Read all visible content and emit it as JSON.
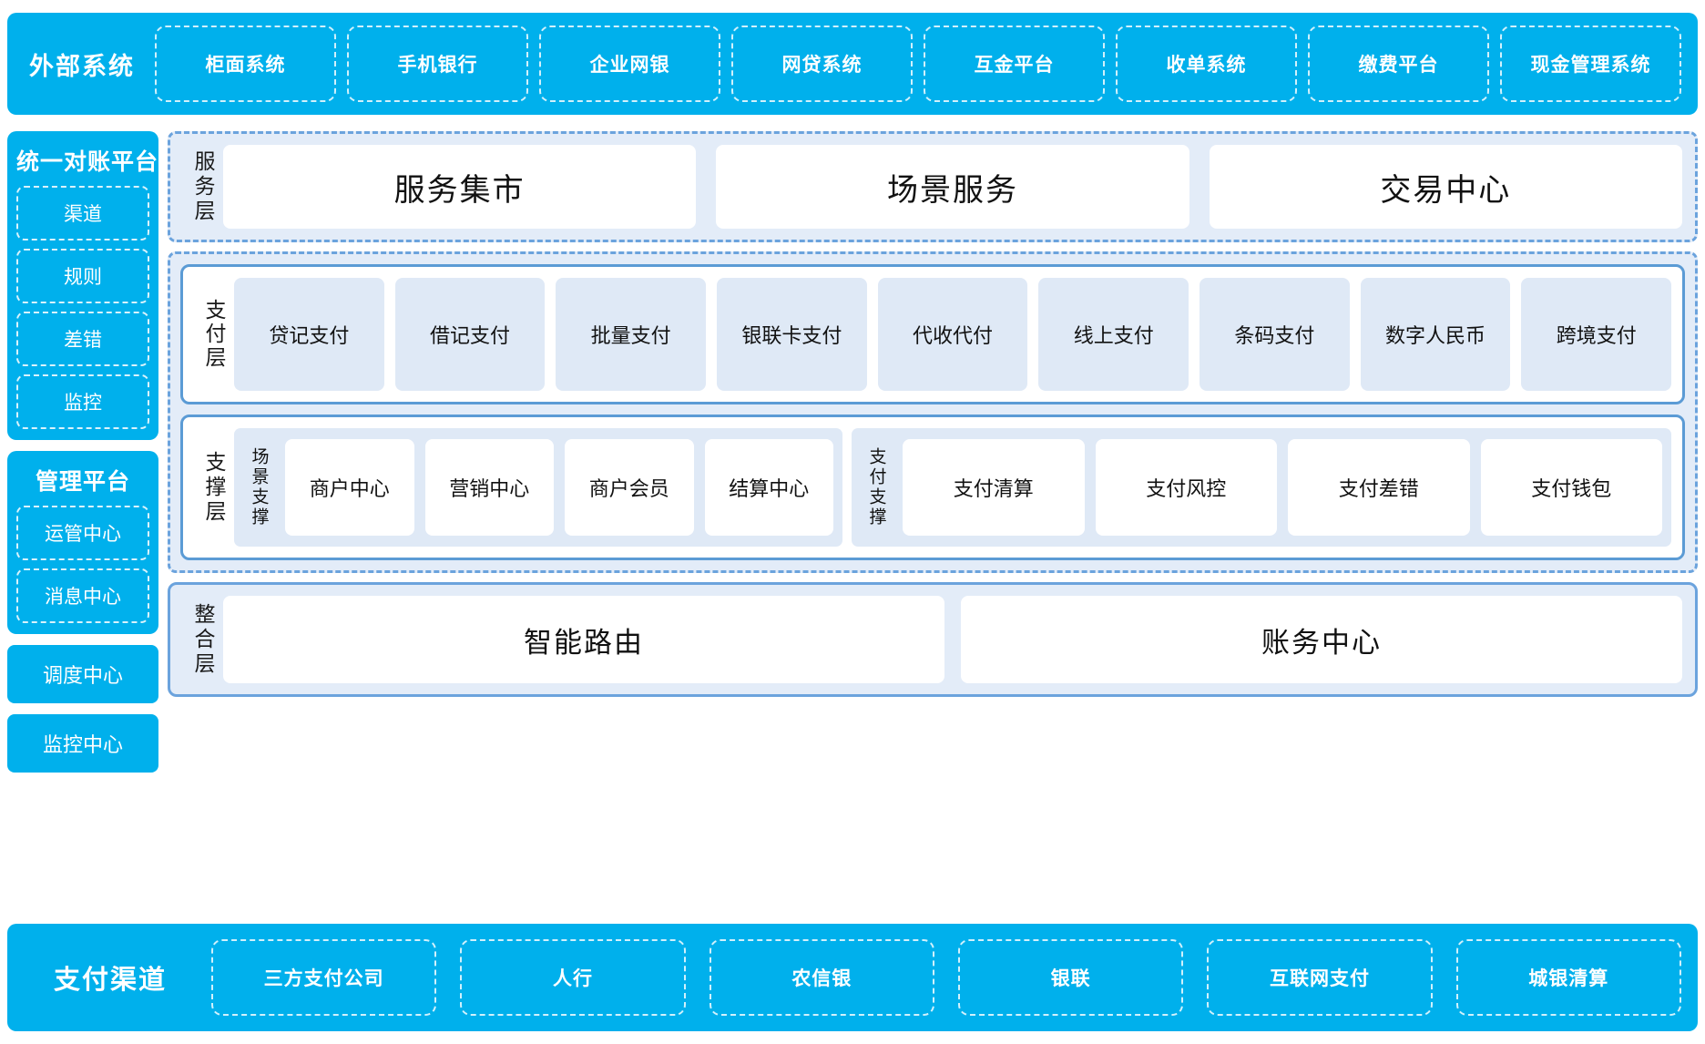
{
  "colors": {
    "cyan": "#00b0ec",
    "panel_border": "#5b9bd5",
    "dashed_border": "#6ba3dd",
    "light_blue_bg": "#e3ecf8",
    "card_blue": "#dfe9f6",
    "white": "#ffffff"
  },
  "external_systems": {
    "title": "外部系统",
    "items": [
      "柜面系统",
      "手机银行",
      "企业网银",
      "网贷系统",
      "互金平台",
      "收单系统",
      "缴费平台",
      "现金管理系统"
    ]
  },
  "sidebar": {
    "reconciliation": {
      "title": "统一对账平台",
      "items": [
        "渠道",
        "规则",
        "差错",
        "监控"
      ]
    },
    "management": {
      "title": "管理平台",
      "items": [
        "运管中心",
        "消息中心"
      ]
    },
    "standalone": [
      "调度中心",
      "监控中心"
    ]
  },
  "service_layer": {
    "label": "服务层",
    "items": [
      "服务集市",
      "场景服务",
      "交易中心"
    ]
  },
  "payment_layer": {
    "label": "支付层",
    "items": [
      "贷记支付",
      "借记支付",
      "批量支付",
      "银联卡支付",
      "代收代付",
      "线上支付",
      "条码支付",
      "数字人民币",
      "跨境支付"
    ]
  },
  "support_layer": {
    "label": "支撑层",
    "groups": [
      {
        "label": "场景支撑",
        "items": [
          "商户中心",
          "营销中心",
          "商户会员",
          "结算中心"
        ]
      },
      {
        "label": "支付支撑",
        "items": [
          "支付清算",
          "支付风控",
          "支付差错",
          "支付钱包"
        ]
      }
    ]
  },
  "integration_layer": {
    "label": "整合层",
    "items": [
      "智能路由",
      "账务中心"
    ]
  },
  "payment_channels": {
    "title": "支付渠道",
    "items": [
      "三方支付公司",
      "人行",
      "农信银",
      "银联",
      "互联网支付",
      "城银清算"
    ]
  }
}
